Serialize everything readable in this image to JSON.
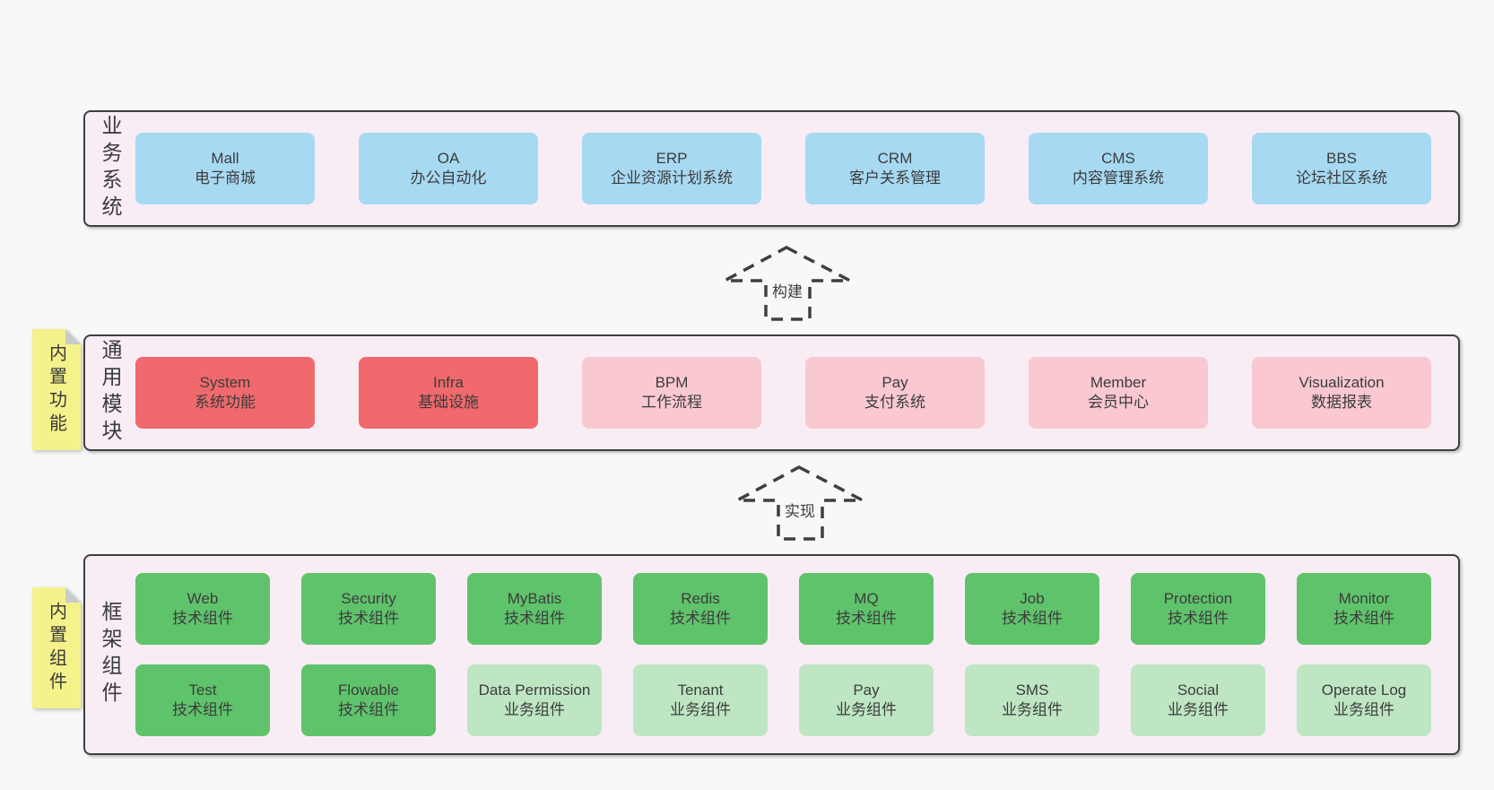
{
  "colors": {
    "page_bg": "#f8f8f8",
    "panel_bg": "#f8edf5",
    "panel_border": "#3f3f3f",
    "blue": "#a7d9f2",
    "red": "#f0696c",
    "pink": "#f9c8d1",
    "green": "#5fc36b",
    "green_light": "#bee6c3",
    "sticky_yellow": "#f5f28b",
    "sticky_fold": "#c9cacc",
    "text": "#3c3c3c"
  },
  "arrows": [
    {
      "label": "构建"
    },
    {
      "label": "实现"
    }
  ],
  "sections": [
    {
      "id": "business-systems",
      "label": "业务系统",
      "sticky": null,
      "rows": [
        [
          {
            "name": "Mall",
            "desc": "电子商城",
            "variant": "blue"
          },
          {
            "name": "OA",
            "desc": "办公自动化",
            "variant": "blue"
          },
          {
            "name": "ERP",
            "desc": "企业资源计划系统",
            "variant": "blue"
          },
          {
            "name": "CRM",
            "desc": "客户关系管理",
            "variant": "blue"
          },
          {
            "name": "CMS",
            "desc": "内容管理系统",
            "variant": "blue"
          },
          {
            "name": "BBS",
            "desc": "论坛社区系统",
            "variant": "blue"
          }
        ]
      ]
    },
    {
      "id": "common-modules",
      "label": "通用模块",
      "sticky": "内置功能",
      "rows": [
        [
          {
            "name": "System",
            "desc": "系统功能",
            "variant": "red"
          },
          {
            "name": "Infra",
            "desc": "基础设施",
            "variant": "red"
          },
          {
            "name": "BPM",
            "desc": "工作流程",
            "variant": "pink"
          },
          {
            "name": "Pay",
            "desc": "支付系统",
            "variant": "pink"
          },
          {
            "name": "Member",
            "desc": "会员中心",
            "variant": "pink"
          },
          {
            "name": "Visualization",
            "desc": "数据报表",
            "variant": "pink"
          }
        ]
      ]
    },
    {
      "id": "framework-components",
      "label": "框架组件",
      "sticky": "内置组件",
      "rows": [
        [
          {
            "name": "Web",
            "desc": "技术组件",
            "variant": "green"
          },
          {
            "name": "Security",
            "desc": "技术组件",
            "variant": "green"
          },
          {
            "name": "MyBatis",
            "desc": "技术组件",
            "variant": "green"
          },
          {
            "name": "Redis",
            "desc": "技术组件",
            "variant": "green"
          },
          {
            "name": "MQ",
            "desc": "技术组件",
            "variant": "green"
          },
          {
            "name": "Job",
            "desc": "技术组件",
            "variant": "green"
          },
          {
            "name": "Protection",
            "desc": "技术组件",
            "variant": "green"
          },
          {
            "name": "Monitor",
            "desc": "技术组件",
            "variant": "green"
          }
        ],
        [
          {
            "name": "Test",
            "desc": "技术组件",
            "variant": "green"
          },
          {
            "name": "Flowable",
            "desc": "技术组件",
            "variant": "green"
          },
          {
            "name": "Data Permission",
            "desc": "业务组件",
            "variant": "green-light"
          },
          {
            "name": "Tenant",
            "desc": "业务组件",
            "variant": "green-light"
          },
          {
            "name": "Pay",
            "desc": "业务组件",
            "variant": "green-light"
          },
          {
            "name": "SMS",
            "desc": "业务组件",
            "variant": "green-light"
          },
          {
            "name": "Social",
            "desc": "业务组件",
            "variant": "green-light"
          },
          {
            "name": "Operate Log",
            "desc": "业务组件",
            "variant": "green-light"
          }
        ]
      ]
    }
  ]
}
